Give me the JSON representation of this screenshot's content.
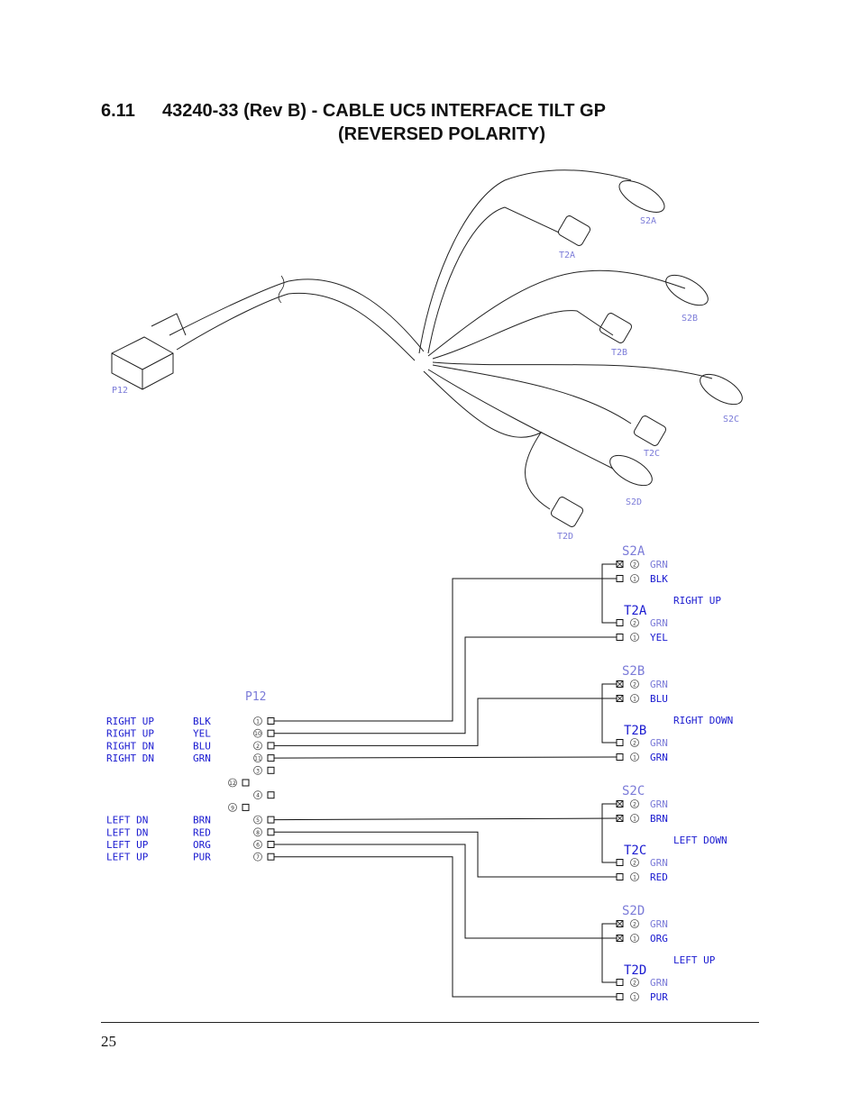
{
  "section": {
    "number": "6.11",
    "title_line1": "43240-33 (Rev B) - CABLE UC5 INTERFACE TILT GP",
    "title_line2": "(REVERSED POLARITY)"
  },
  "harness": {
    "main_connector": "P12",
    "branches": [
      {
        "s": "S2A",
        "t": "T2A"
      },
      {
        "s": "S2B",
        "t": "T2B"
      },
      {
        "s": "S2C",
        "t": "T2C"
      },
      {
        "s": "S2D",
        "t": "T2D"
      }
    ]
  },
  "schematic": {
    "p12_label": "P12",
    "left_rows": [
      {
        "func": "RIGHT UP",
        "color": "BLK",
        "pin": "1"
      },
      {
        "func": "RIGHT UP",
        "color": "YEL",
        "pin": "10"
      },
      {
        "func": "RIGHT DN",
        "color": "BLU",
        "pin": "2"
      },
      {
        "func": "RIGHT DN",
        "color": "GRN",
        "pin": "11"
      },
      {
        "func": "",
        "color": "",
        "pin": "3"
      },
      {
        "func": "",
        "color": "",
        "pin": "12"
      },
      {
        "func": "",
        "color": "",
        "pin": "4"
      },
      {
        "func": "",
        "color": "",
        "pin": "9"
      },
      {
        "func": "LEFT DN",
        "color": "BRN",
        "pin": "5"
      },
      {
        "func": "LEFT DN",
        "color": "RED",
        "pin": "8"
      },
      {
        "func": "LEFT UP",
        "color": "ORG",
        "pin": "6"
      },
      {
        "func": "LEFT UP",
        "color": "PUR",
        "pin": "7"
      }
    ],
    "groups": [
      {
        "s": "S2A",
        "t": "T2A",
        "func": "RIGHT UP",
        "s_pins": [
          {
            "pin": "2",
            "color": "GRN"
          },
          {
            "pin": "1",
            "color": "BLK"
          }
        ],
        "t_pins": [
          {
            "pin": "2",
            "color": "GRN"
          },
          {
            "pin": "1",
            "color": "YEL"
          }
        ]
      },
      {
        "s": "S2B",
        "t": "T2B",
        "func": "RIGHT DOWN",
        "s_pins": [
          {
            "pin": "2",
            "color": "GRN"
          },
          {
            "pin": "1",
            "color": "BLU"
          }
        ],
        "t_pins": [
          {
            "pin": "2",
            "color": "GRN"
          },
          {
            "pin": "1",
            "color": "GRN"
          }
        ]
      },
      {
        "s": "S2C",
        "t": "T2C",
        "func": "LEFT DOWN",
        "s_pins": [
          {
            "pin": "2",
            "color": "GRN"
          },
          {
            "pin": "1",
            "color": "BRN"
          }
        ],
        "t_pins": [
          {
            "pin": "2",
            "color": "GRN"
          },
          {
            "pin": "1",
            "color": "RED"
          }
        ]
      },
      {
        "s": "S2D",
        "t": "T2D",
        "func": "LEFT UP",
        "s_pins": [
          {
            "pin": "2",
            "color": "GRN"
          },
          {
            "pin": "1",
            "color": "ORG"
          }
        ],
        "t_pins": [
          {
            "pin": "2",
            "color": "GRN"
          },
          {
            "pin": "1",
            "color": "PUR"
          }
        ]
      }
    ]
  },
  "footer": {
    "page_number": "25"
  },
  "colors": {
    "label_blue": "#1a1ad0",
    "label_grey_blue": "#7b7bd8",
    "line": "#111111"
  }
}
